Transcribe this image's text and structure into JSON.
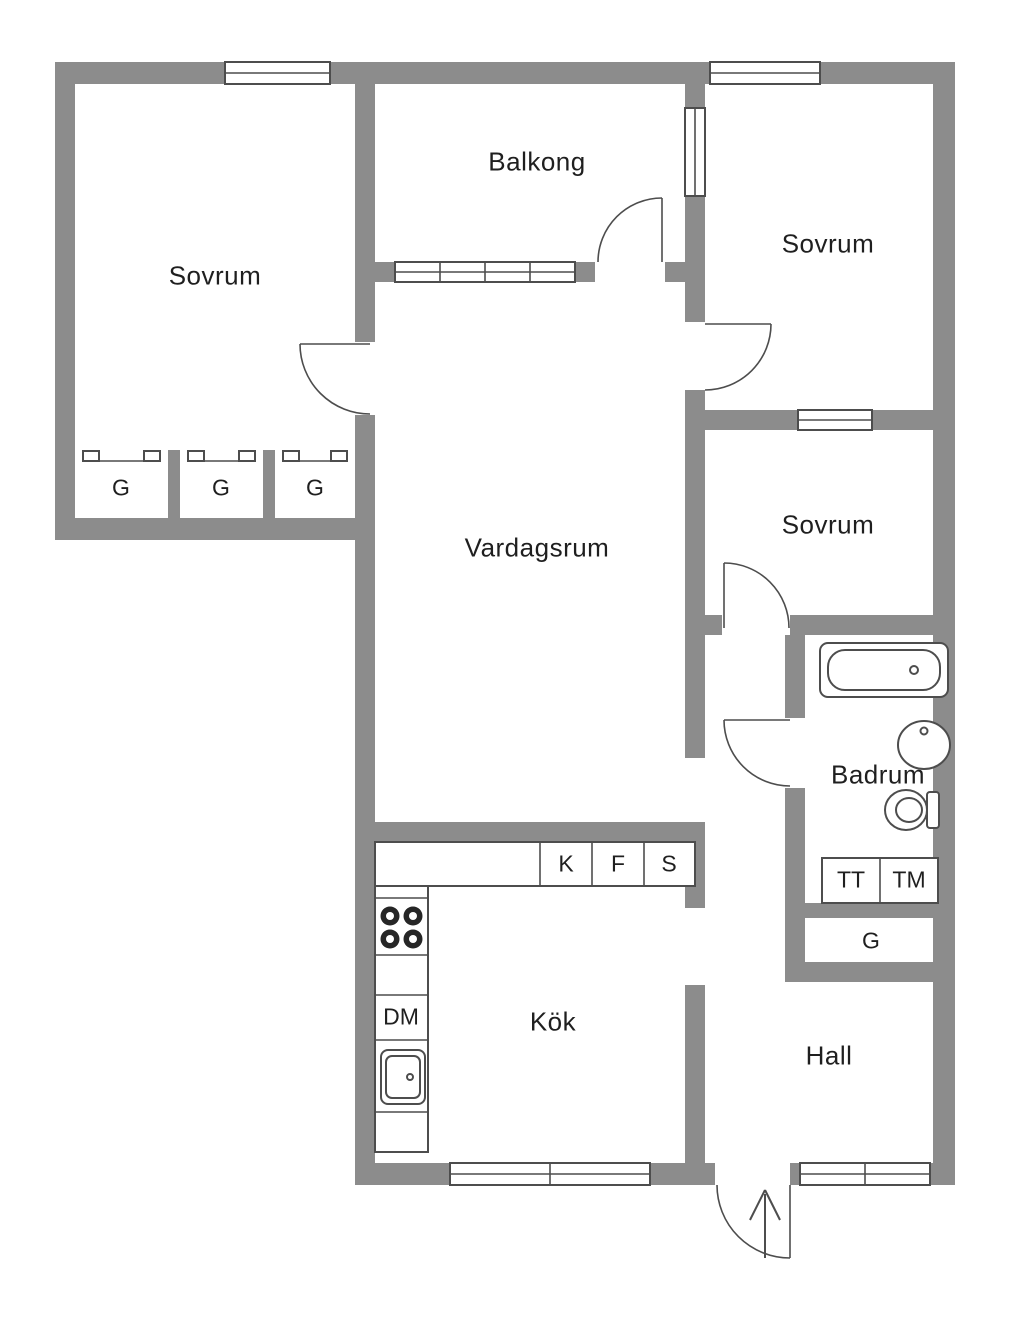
{
  "rooms": {
    "bedroom1": "Sovrum",
    "balcony": "Balkong",
    "bedroom2": "Sovrum",
    "bedroom3": "Sovrum",
    "living_room": "Vardagsrum",
    "bathroom": "Badrum",
    "kitchen": "Kök",
    "hall": "Hall"
  },
  "storage": {
    "closet1": "G",
    "closet2": "G",
    "closet3": "G",
    "hall_closet": "G"
  },
  "appliances": {
    "fridge": "K",
    "freezer": "F",
    "pantry": "S",
    "dryer": "TT",
    "washing_machine": "TM",
    "dishwasher": "DM"
  },
  "colors": {
    "wall": "#8c8c8c",
    "line": "#4d4d4d",
    "fixture": "#4d4d4d",
    "text": "#1f1f1f",
    "background": "#ffffff",
    "burner": "#262626"
  }
}
